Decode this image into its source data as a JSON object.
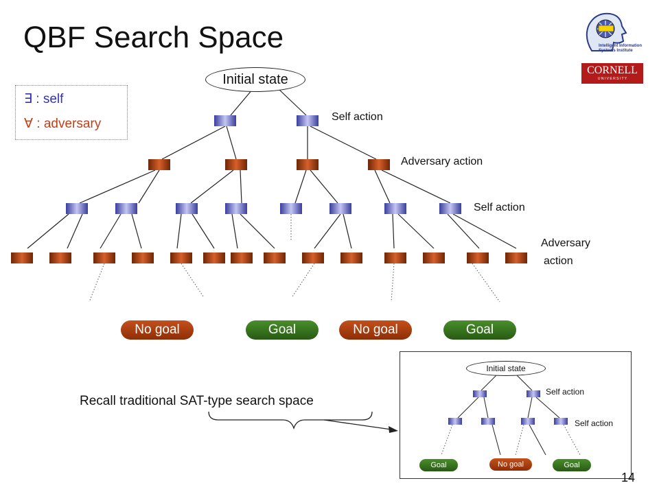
{
  "slide": {
    "title": "QBF Search Space",
    "page_number": "14"
  },
  "legend": {
    "exists_symbol": "∃",
    "exists_text": ": self",
    "forall_symbol": "∀",
    "forall_text": ": adversary"
  },
  "tree": {
    "root_label": "Initial state",
    "level_labels": [
      "Self action",
      "Adversary action",
      "Self action",
      "Adversary",
      "action"
    ],
    "outcomes": [
      "No goal",
      "Goal",
      "No goal",
      "Goal"
    ]
  },
  "recall_text": "Recall traditional SAT-type search space",
  "inset": {
    "root_label": "Initial state",
    "level_labels": [
      "Self action",
      "Self action"
    ],
    "outcomes": [
      "Goal",
      "No goal",
      "Goal"
    ]
  },
  "logos": {
    "iisi_text": "Intelligent Information Systems Institute",
    "cornell_text": "CORNELL",
    "cornell_sub": "U N I V E R S I T Y"
  },
  "colors": {
    "self_node": "#5a5ec8",
    "adversary_node": "#9a3a0a",
    "goal": "#3a7a20",
    "no_goal": "#b04010"
  }
}
